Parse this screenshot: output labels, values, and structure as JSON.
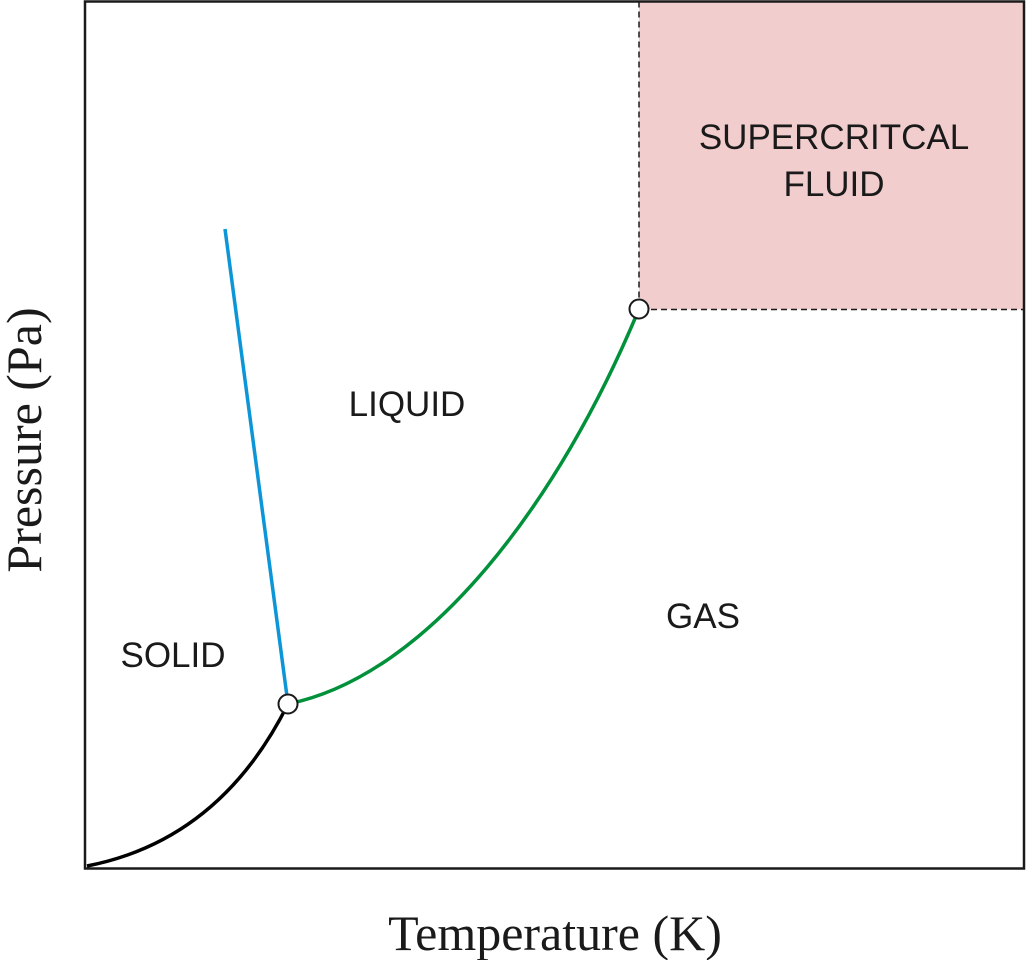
{
  "diagram": {
    "type": "phase-diagram",
    "axes": {
      "xlabel": "Temperature (K)",
      "ylabel": "Pressure (Pa)",
      "ticks": false
    },
    "regions": {
      "solid": "SOLID",
      "liquid": "LIQUID",
      "gas": "GAS",
      "supercritical_line1": "SUPERCRITCAL",
      "supercritical_line2": "FLUID"
    },
    "curves": [
      {
        "name": "sublimation-curve",
        "from": "origin",
        "to": "triple-point",
        "color": "#000000"
      },
      {
        "name": "fusion-curve",
        "from": "triple-point",
        "to": "upper-left",
        "color": "#0c96d8"
      },
      {
        "name": "vaporization-curve",
        "from": "triple-point",
        "to": "critical-point",
        "color": "#00913a"
      }
    ],
    "points": [
      {
        "name": "triple-point",
        "marker": "open-circle"
      },
      {
        "name": "critical-point",
        "marker": "open-circle"
      }
    ],
    "colors": {
      "supercritical_fill": "#f2cdcd",
      "fusion_curve": "#0c96d8",
      "vaporization_curve": "#00913a",
      "sublimation_curve": "#000000",
      "frame": "#1a1a1a"
    }
  }
}
